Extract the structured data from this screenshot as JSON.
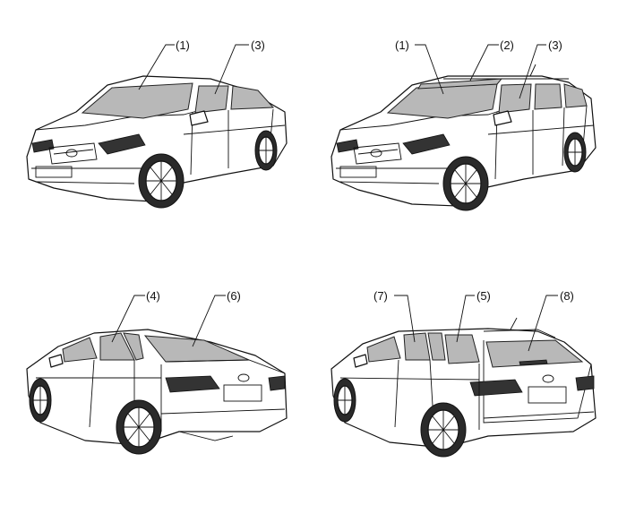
{
  "views": [
    {
      "id": "sedan-front",
      "callouts": [
        {
          "label": "(1)",
          "part": "windshield"
        },
        {
          "label": "(3)",
          "part": "front-door-glass"
        }
      ]
    },
    {
      "id": "wagon-front",
      "callouts": [
        {
          "label": "(1)",
          "part": "windshield"
        },
        {
          "label": "(2)",
          "part": "roof-glass"
        },
        {
          "label": "(3)",
          "part": "front-door-glass"
        }
      ]
    },
    {
      "id": "sedan-rear",
      "callouts": [
        {
          "label": "(4)",
          "part": "rear-door-glass"
        },
        {
          "label": "(6)",
          "part": "back-window-glass"
        }
      ]
    },
    {
      "id": "wagon-rear",
      "callouts": [
        {
          "label": "(7)",
          "part": "rear-door-glass"
        },
        {
          "label": "(5)",
          "part": "quarter-window-glass"
        },
        {
          "label": "(8)",
          "part": "back-door-glass"
        }
      ]
    }
  ]
}
